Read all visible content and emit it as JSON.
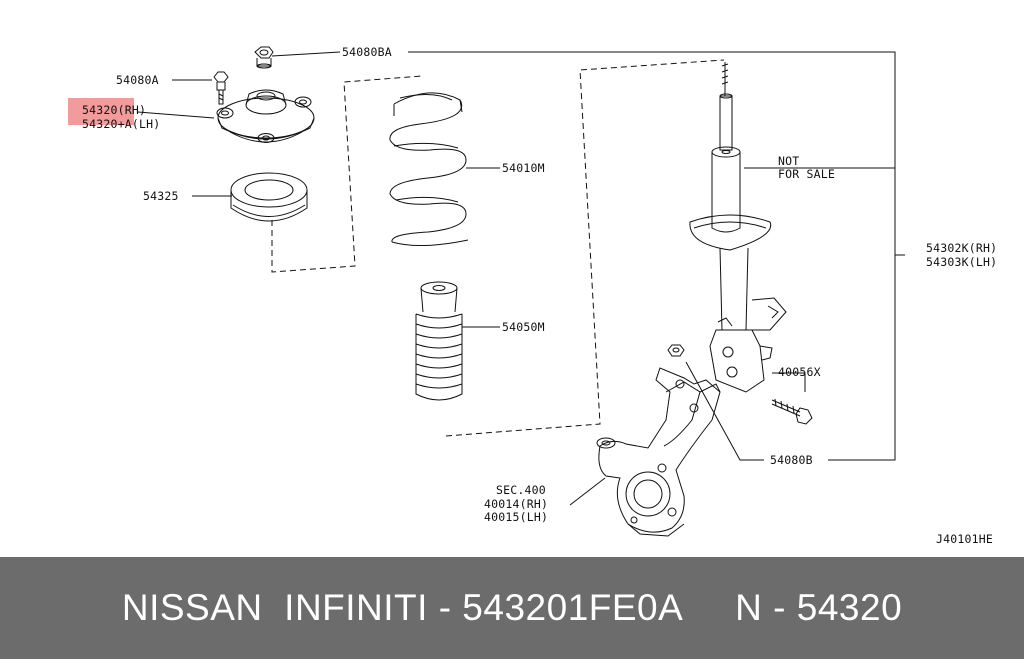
{
  "diagram": {
    "highlight_color": "#f08a8a",
    "labels": {
      "l_54080BA": "54080BA",
      "l_54080A": "54080A",
      "l_54320_rh": "54320(RH)",
      "l_54320_lh": "54320+A(LH)",
      "l_54325": "54325",
      "l_54010M": "54010M",
      "l_54050M": "54050M",
      "l_not_for_sale_1": "NOT",
      "l_not_for_sale_2": "FOR SALE",
      "l_54302K": "54302K(RH)",
      "l_54303K": "54303K(LH)",
      "l_40056X": "40056X",
      "l_54080B": "54080B",
      "l_sec400": "SEC.400",
      "l_40014": "40014(RH)",
      "l_40015": "40015(LH)",
      "l_drawing_id": "J40101HE"
    }
  },
  "footer": {
    "text": "NISSAN  INFINITI - 543201FE0A     N - 54320",
    "background": "#6c6c6c",
    "color": "#ffffff"
  }
}
